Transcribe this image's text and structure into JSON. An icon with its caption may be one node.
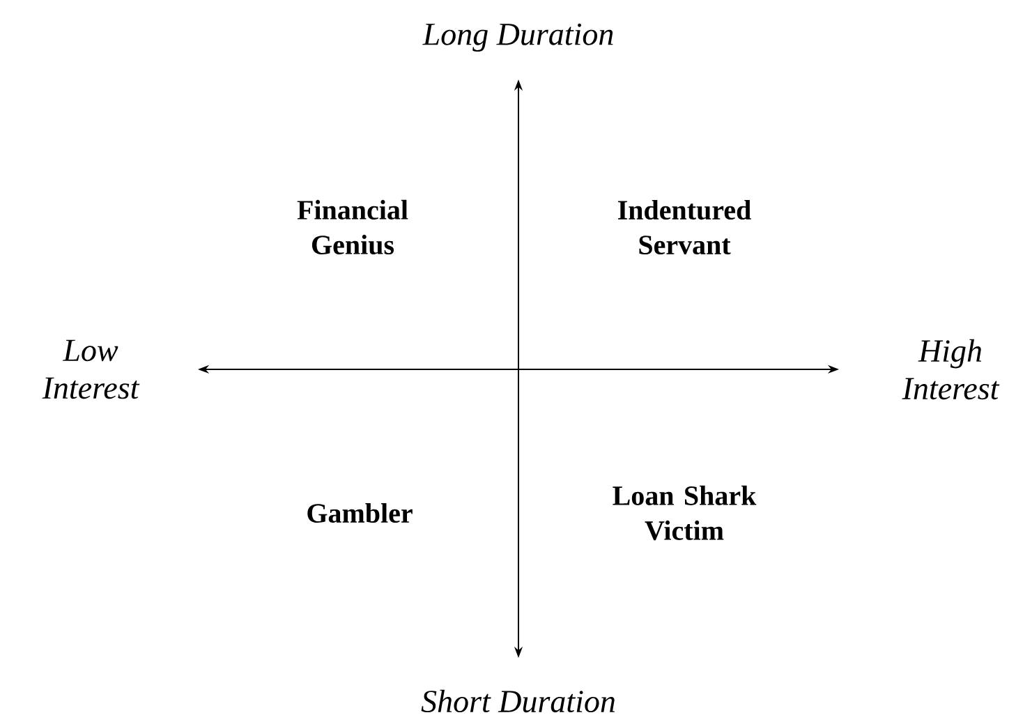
{
  "diagram": {
    "labels": [
      "Long Duration",
      "Financial Genius",
      "Indentured Servant",
      "Low Interest",
      "High Interest",
      "Gambler",
      "Loan Shark Victim",
      "Short Duration"
    ]
  }
}
